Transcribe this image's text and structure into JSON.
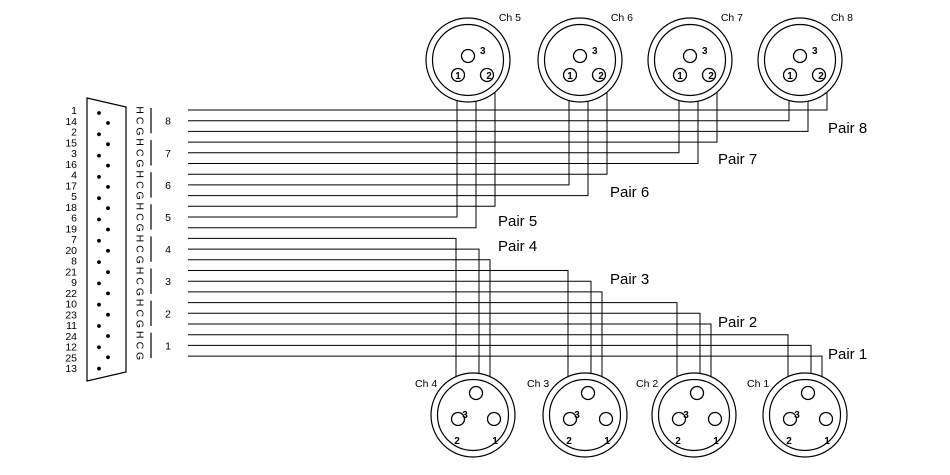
{
  "db25": {
    "pin_labels": [
      "1",
      "14",
      "2",
      "15",
      "3",
      "16",
      "4",
      "17",
      "5",
      "18",
      "6",
      "19",
      "7",
      "20",
      "8",
      "21",
      "9",
      "22",
      "10",
      "23",
      "11",
      "24",
      "12",
      "25",
      "13"
    ],
    "signal_labels": [
      "H",
      "C",
      "G",
      "H",
      "C",
      "G",
      "H",
      "C",
      "G",
      "H",
      "C",
      "G",
      "H",
      "C",
      "G",
      "H",
      "C",
      "G",
      "H",
      "C",
      "G",
      "H",
      "C",
      "G"
    ],
    "group_labels": [
      "8",
      "7",
      "6",
      "5",
      "4",
      "3",
      "2",
      "1"
    ]
  },
  "top_connectors": [
    {
      "label": "Ch 5",
      "pins": [
        "1",
        "3",
        "2"
      ]
    },
    {
      "label": "Ch 6",
      "pins": [
        "1",
        "3",
        "2"
      ]
    },
    {
      "label": "Ch 7",
      "pins": [
        "1",
        "3",
        "2"
      ]
    },
    {
      "label": "Ch 8",
      "pins": [
        "1",
        "3",
        "2"
      ]
    }
  ],
  "bottom_connectors": [
    {
      "label": "Ch 4",
      "pins": [
        "2",
        "3",
        "1"
      ]
    },
    {
      "label": "Ch 3",
      "pins": [
        "2",
        "3",
        "1"
      ]
    },
    {
      "label": "Ch 2",
      "pins": [
        "2",
        "3",
        "1"
      ]
    },
    {
      "label": "Ch 1",
      "pins": [
        "2",
        "3",
        "1"
      ]
    }
  ],
  "pair_labels": [
    "Pair 8",
    "Pair 7",
    "Pair 6",
    "Pair 5",
    "Pair 4",
    "Pair 3",
    "Pair 2",
    "Pair 1"
  ]
}
